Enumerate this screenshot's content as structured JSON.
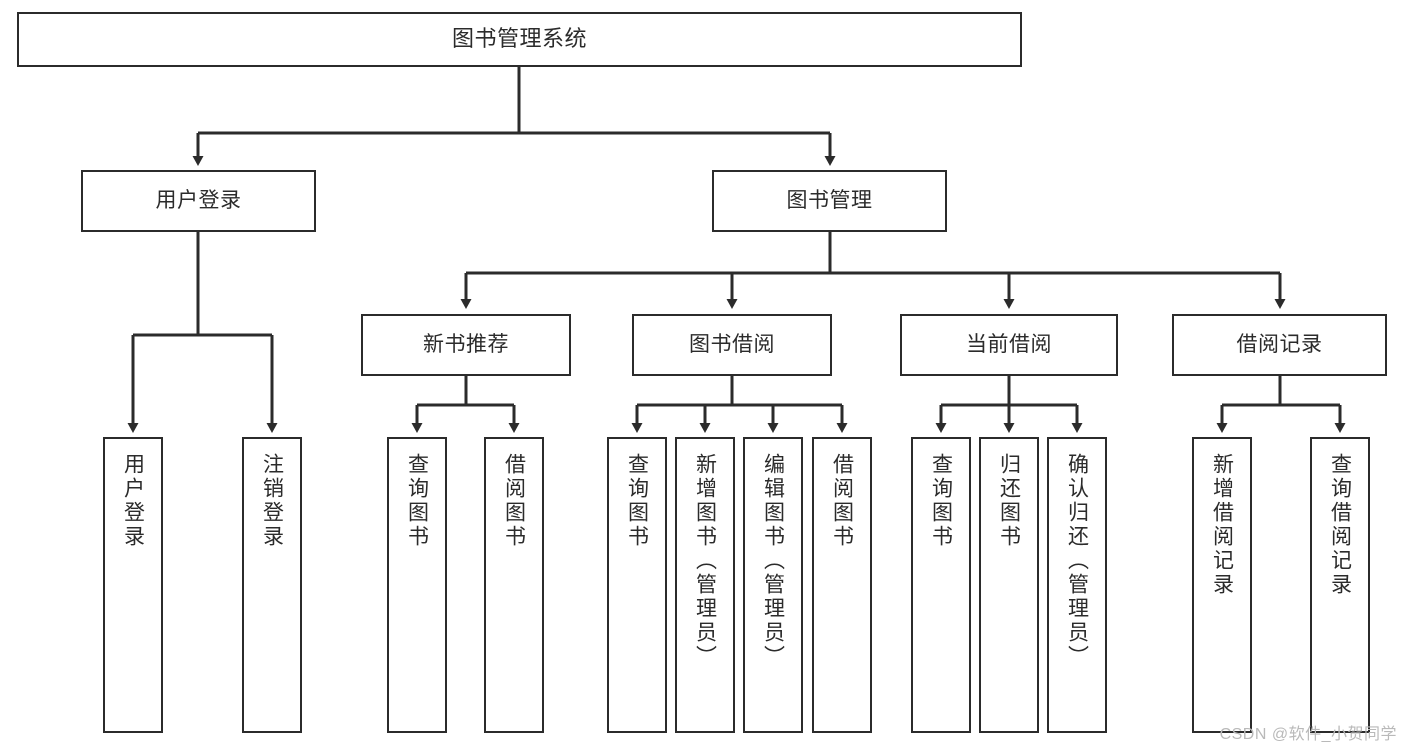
{
  "diagram": {
    "title": "图书管理系统",
    "type": "tree-hierarchy-chart",
    "stroke_color": "#2b2b2b",
    "background_color": "#ffffff",
    "root": {
      "label": "图书管理系统"
    },
    "level2": [
      {
        "label": "用户登录"
      },
      {
        "label": "图书管理"
      }
    ],
    "level3": [
      {
        "label": "新书推荐"
      },
      {
        "label": "图书借阅"
      },
      {
        "label": "当前借阅"
      },
      {
        "label": "借阅记录"
      }
    ],
    "leaves": {
      "user_login": [
        {
          "label": "用户登录"
        },
        {
          "label": "注销登录"
        }
      ],
      "new_book_recommend": [
        {
          "label": "查询图书"
        },
        {
          "label": "借阅图书"
        }
      ],
      "book_borrow": [
        {
          "label": "查询图书"
        },
        {
          "label": "新增图书（管理员）"
        },
        {
          "label": "编辑图书（管理员）"
        },
        {
          "label": "借阅图书"
        }
      ],
      "current_borrow": [
        {
          "label": "查询图书"
        },
        {
          "label": "归还图书"
        },
        {
          "label": "确认归还（管理员）"
        }
      ],
      "borrow_record": [
        {
          "label": "新增借阅记录"
        },
        {
          "label": "查询借阅记录"
        }
      ]
    }
  },
  "watermark": {
    "text": "CSDN @软件_小贺同学"
  }
}
